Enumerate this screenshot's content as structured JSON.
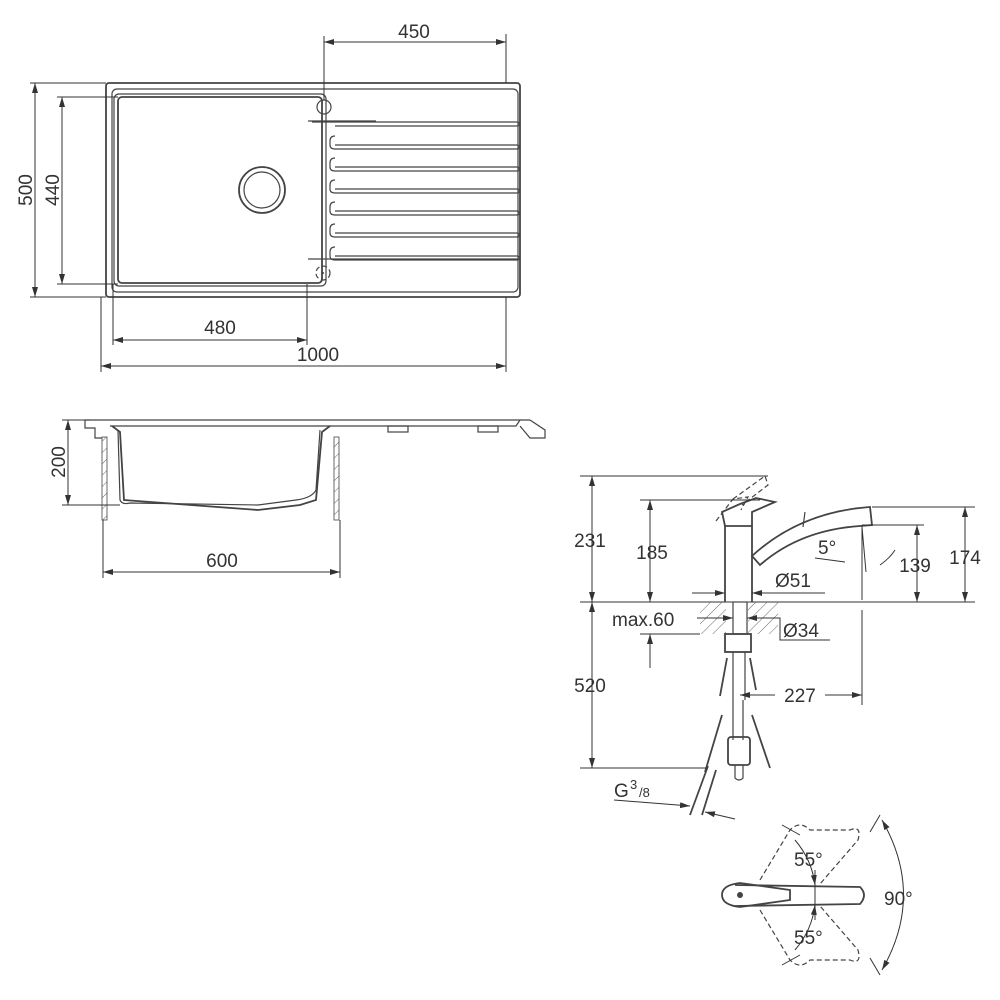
{
  "sink_top_view": {
    "dim_tap_offset": "450",
    "dim_outer_depth": "500",
    "dim_bowl_depth": "440",
    "dim_bowl_width": "480",
    "dim_total_width": "1000"
  },
  "sink_section_view": {
    "dim_bowl_height": "200",
    "dim_cabinet_width": "600"
  },
  "faucet_side_view": {
    "dim_lever_height": "231",
    "dim_body_height": "185",
    "dim_spout_angle": "5°",
    "dim_outlet_height": "139",
    "dim_spout_height": "174",
    "dim_base_diameter": "Ø51",
    "dim_max_thickness": "max.60",
    "dim_hole_diameter": "Ø34",
    "dim_hose_length": "520",
    "dim_reach": "227",
    "thread_prefix": "G",
    "thread_num": "3",
    "thread_den": "/8"
  },
  "faucet_top_view": {
    "angle_upper": "55°",
    "angle_swivel": "90°",
    "angle_lower": "55°"
  }
}
